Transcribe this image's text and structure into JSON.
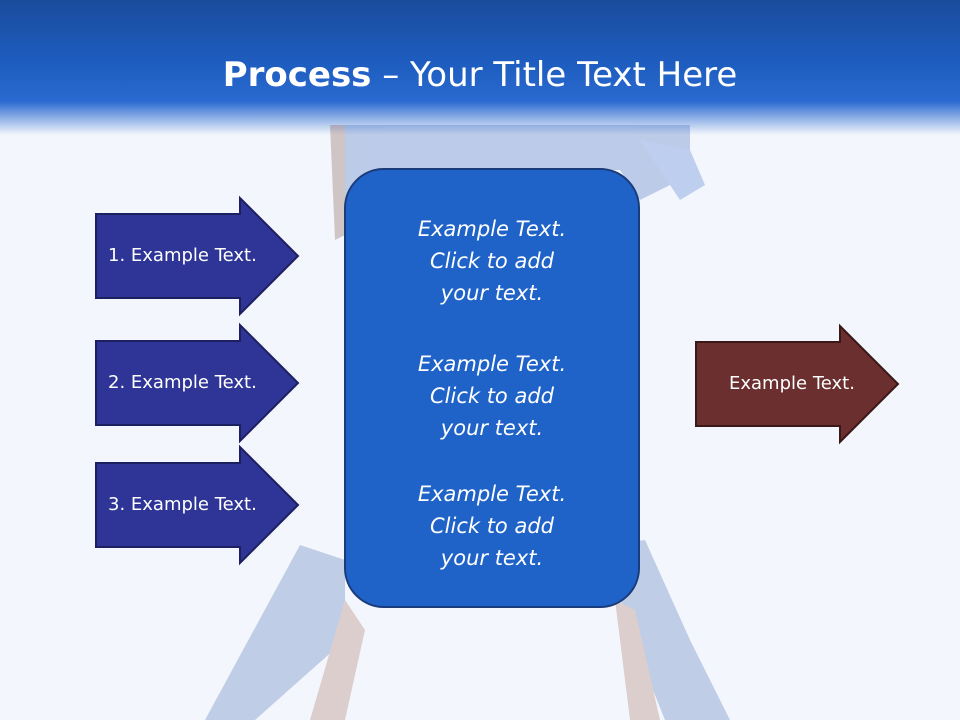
{
  "slide": {
    "title_strong": "Process",
    "title_rest": " – Your Title Text Here"
  },
  "left_steps": [
    {
      "label": "1. Example Text."
    },
    {
      "label": "2. Example Text."
    },
    {
      "label": "3. Example Text."
    }
  ],
  "center_box": {
    "items": [
      "Example Text.\nClick  to add\nyour text.",
      "Example Text.\nClick  to add\nyour text.",
      "Example Text.\nClick  to add\nyour text."
    ]
  },
  "output": {
    "label": "Example Text."
  },
  "colors": {
    "header_blue": "#1d5cbe",
    "step_arrow": "#2e3596",
    "center_box": "#1f63c8",
    "output_arrow": "#6b2f2f",
    "background": "#f3f6fc"
  }
}
